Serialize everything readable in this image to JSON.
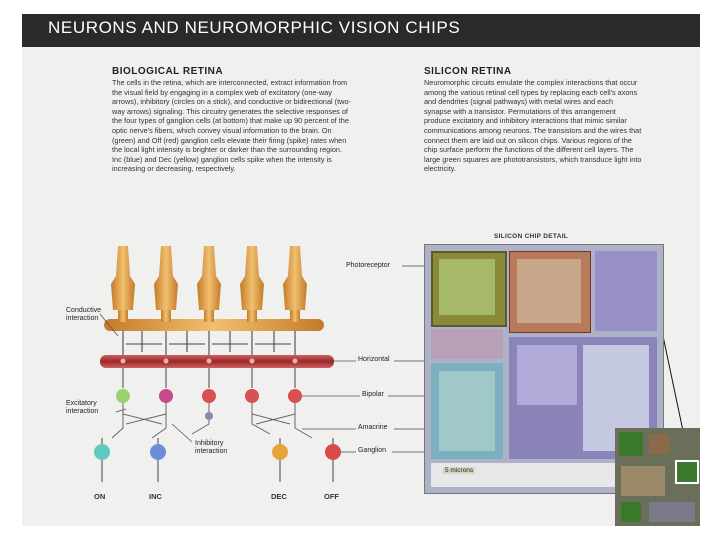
{
  "title": "NEURONS AND NEUROMORPHIC VISION CHIPS",
  "bio": {
    "heading": "BIOLOGICAL RETINA",
    "text": "The cells in the retina, which are interconnected, extract information from the visual field by engaging in a complex web of excitatory (one-way arrows), inhibitory (circles on a stick), and conductive or bidirectional (two-way arrows) signaling. This circuitry generates the selective responses of the four types of ganglion cells (at bottom) that make up 90 percent of the optic nerve's fibers, which convey visual information to the brain. On (green) and Off (red) ganglion cells elevate their firing (spike) rates when the local light intensity is brighter or darker than the surrounding region. Inc (blue) and Dec (yellow) ganglion cells spike when the intensity is increasing or decreasing, respectively."
  },
  "silicon": {
    "heading": "SILICON RETINA",
    "text": "Neuromorphic circuits emulate the complex interactions that occur among the various retinal cell types by replacing each cell's axons and dendrites (signal pathways) with metal wires and each synapse with a transistor. Permutations of this arrangement produce excitatory and inhibitory interactions that mimic similar communications among neurons. The transistors and the wires that connect them are laid out on silicon chips. Various regions of the chip surface perform the functions of the different cell layers. The large green squares are phototransistors, which transduce light into electricity."
  },
  "labels": {
    "photoreceptor": "Photoreceptor",
    "conductive": "Conductive interaction",
    "horizontal": "Horizontal",
    "bipolar": "Bipolar",
    "excitatory": "Excitatory interaction",
    "inhibitory": "Inhibitory interaction",
    "amacrine": "Amacrine",
    "ganglion": "Ganglion",
    "chip_detail": "SILICON CHIP DETAIL",
    "microns": "5 microns"
  },
  "ganglion_types": [
    "ON",
    "INC",
    "DEC",
    "OFF"
  ],
  "colors": {
    "photoreceptor": "#e8a84a",
    "horizontal": "#b53a3a",
    "bipolar": "#c75a6e",
    "on": "#5fc9c0",
    "inc": "#6a8fd8",
    "dec": "#e5a53a",
    "off": "#d84a4a",
    "chip_green": "#6a8a3a",
    "chip_purple": "#9a90c8",
    "chip_tan": "#c8a88a"
  }
}
